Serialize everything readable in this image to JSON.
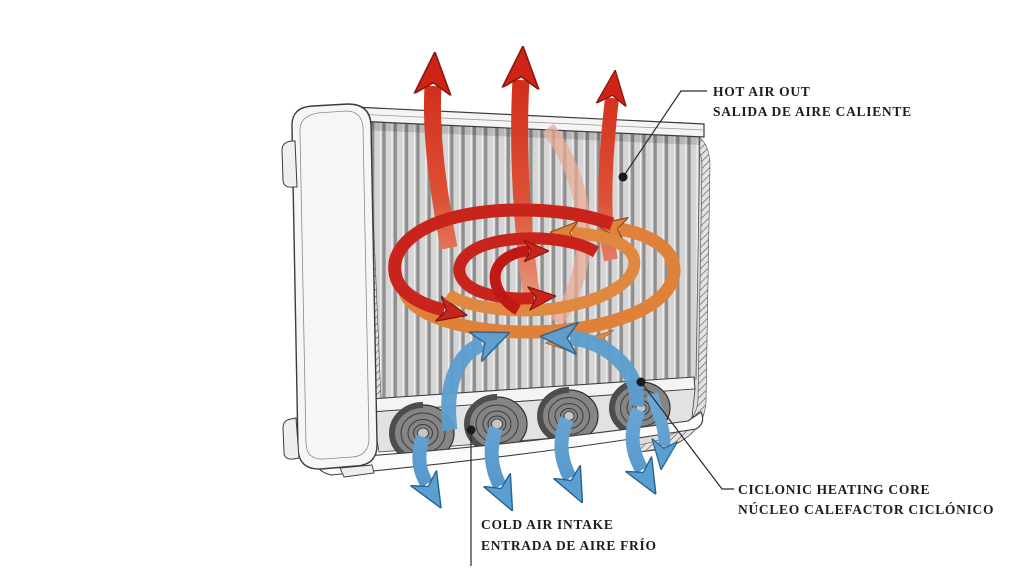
{
  "labels": {
    "hot_air_out": {
      "line1": "HOT AIR OUT",
      "line2": "SALIDA DE AIRE CALIENTE"
    },
    "ciclonic_core": {
      "line1": "CICLONIC HEATING CORE",
      "line2": "NÚCLEO CALEFACTOR CICLÓNICO"
    },
    "cold_air_intake": {
      "line1": "COLD AIR INTAKE",
      "line2": "ENTRADA DE AIRE FRÍO"
    }
  },
  "flows": {
    "hot_air": {
      "direction": "up",
      "arrow_count": 3,
      "color": "#cf2415"
    },
    "cyclone": {
      "arrow_colors": [
        "#c9241c",
        "#e0813a"
      ],
      "shape": "concentric-elliptical-swirl"
    },
    "cold_air": {
      "direction": "down",
      "arrow_count": 5,
      "color": "#5b9fd0"
    }
  },
  "colors": {
    "background": "#ffffff",
    "body": "#f5f5f5",
    "fin_light": "#d6d6d6",
    "fin_shadow": "#8e8e8e",
    "outline": "#3c3c3c",
    "hot_red": "#cf2415",
    "hot_salmon": "#e9a78f",
    "warm_orange": "#e0813a",
    "cold_blue": "#5b9fd0",
    "callout": "#2a2a2a",
    "text": "#1d1d1d"
  }
}
